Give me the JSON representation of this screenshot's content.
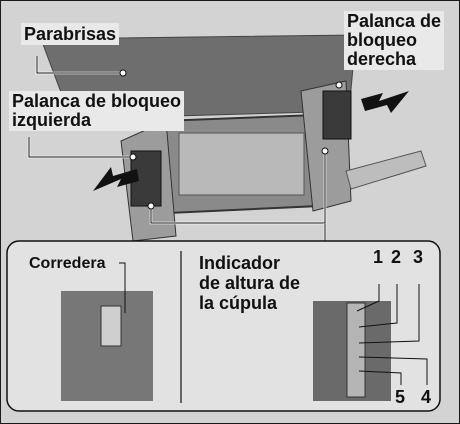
{
  "labels": {
    "parabrisas": "Parabrisas",
    "right_lever_line1": "Palanca de",
    "right_lever_line2": "bloqueo",
    "right_lever_line3": "derecha",
    "left_lever_line1": "Palanca de bloqueo",
    "left_lever_line2": "izquierda",
    "corredera": "Corredera",
    "indicator_line1": "Indicador",
    "indicator_line2": "de altura de",
    "indicator_line3": "la cúpula"
  },
  "positions": [
    "1",
    "2",
    "3",
    "4",
    "5"
  ],
  "colors": {
    "background": "#d3d3d3",
    "label_bg": "#e9e9e9",
    "outline": "#111111",
    "callout_line": "#ffffff"
  }
}
